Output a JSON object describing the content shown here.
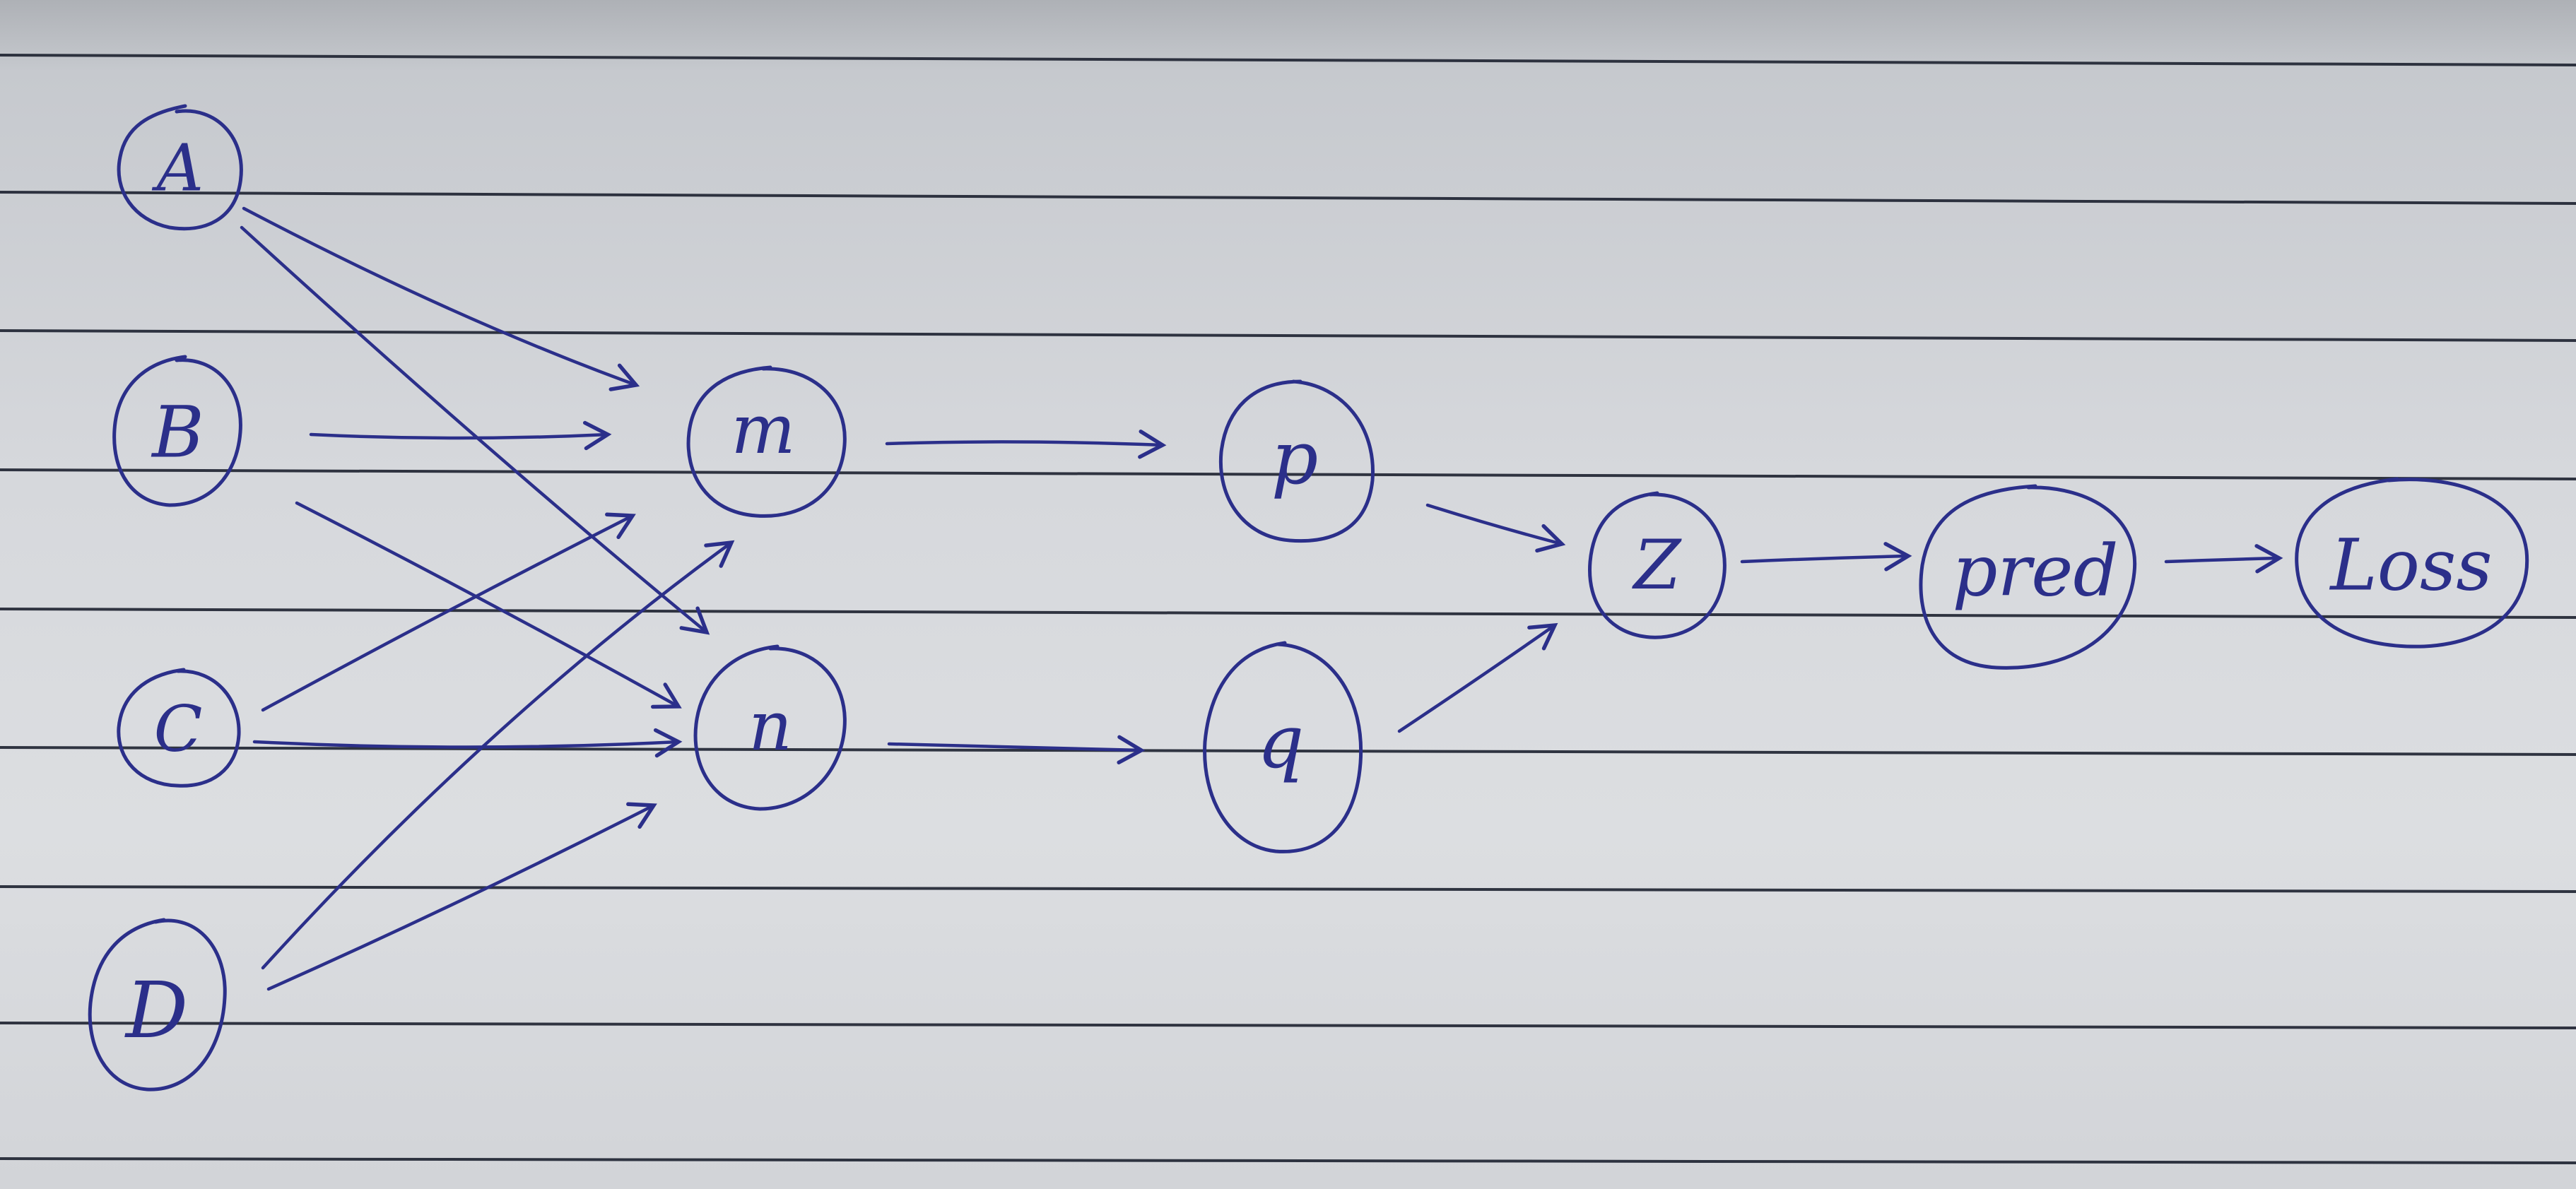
{
  "colors": {
    "ink": "#2b2f8a",
    "paper": "#d9dbde",
    "rule": "#1d2230"
  },
  "nodes": {
    "a": {
      "label": "A"
    },
    "b": {
      "label": "B"
    },
    "c": {
      "label": "C"
    },
    "d": {
      "label": "D"
    },
    "m": {
      "label": "m"
    },
    "n": {
      "label": "n"
    },
    "p": {
      "label": "p"
    },
    "q": {
      "label": "q"
    },
    "z": {
      "label": "Z"
    },
    "pred": {
      "label": "pred"
    },
    "loss": {
      "label": "Loss"
    }
  },
  "edges": [
    {
      "from": "A",
      "to": "m"
    },
    {
      "from": "A",
      "to": "n"
    },
    {
      "from": "B",
      "to": "m"
    },
    {
      "from": "B",
      "to": "n"
    },
    {
      "from": "C",
      "to": "m"
    },
    {
      "from": "C",
      "to": "n"
    },
    {
      "from": "D",
      "to": "m"
    },
    {
      "from": "D",
      "to": "n"
    },
    {
      "from": "m",
      "to": "p"
    },
    {
      "from": "n",
      "to": "q"
    },
    {
      "from": "p",
      "to": "Z"
    },
    {
      "from": "q",
      "to": "Z"
    },
    {
      "from": "Z",
      "to": "pred"
    },
    {
      "from": "pred",
      "to": "Loss"
    }
  ]
}
